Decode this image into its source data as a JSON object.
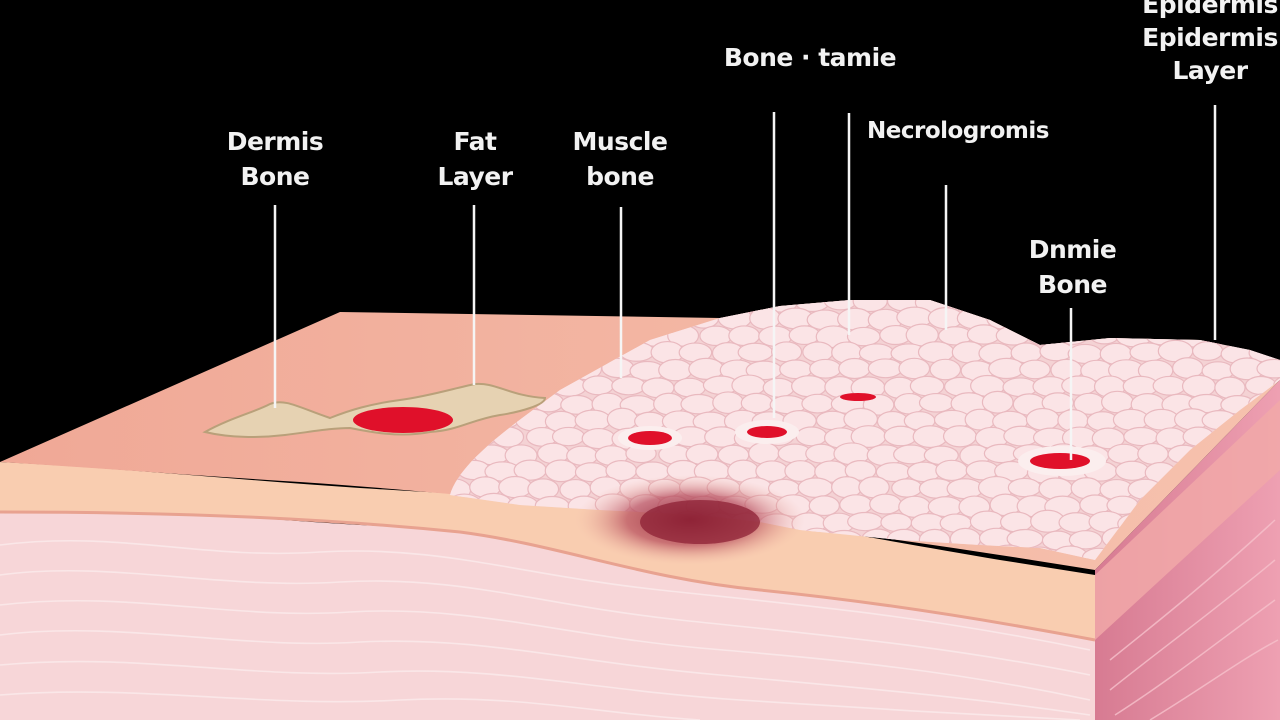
{
  "labels": {
    "dermis_bone": [
      "Dermis",
      "Bone"
    ],
    "fat_layer": [
      "Fat",
      "Layer"
    ],
    "muscle_bone": [
      "Muscle",
      "bone"
    ],
    "bone_tissue": [
      "Bone · tamie"
    ],
    "necrosis": [
      "Necrologromis"
    ],
    "dermis_bone_right": [
      "Dnmie",
      "Bone"
    ],
    "epidermis": [
      "Epidermis",
      "Epidermis",
      "Layer"
    ]
  },
  "colors": {
    "background": "#000000",
    "label_text": "#f2f2f2",
    "leader_line": "#f5f5f5",
    "skin_surface": "#f4b8a2",
    "fat_layer": "#f9cdb0",
    "deep_tissue": "#f7d6d8",
    "side_face": "#e89aac",
    "cell_fill": "#fbe4e6",
    "wound_red": "#e0102a",
    "bruise": "#8e2235",
    "fat_deposit": "#e6d2b2"
  }
}
